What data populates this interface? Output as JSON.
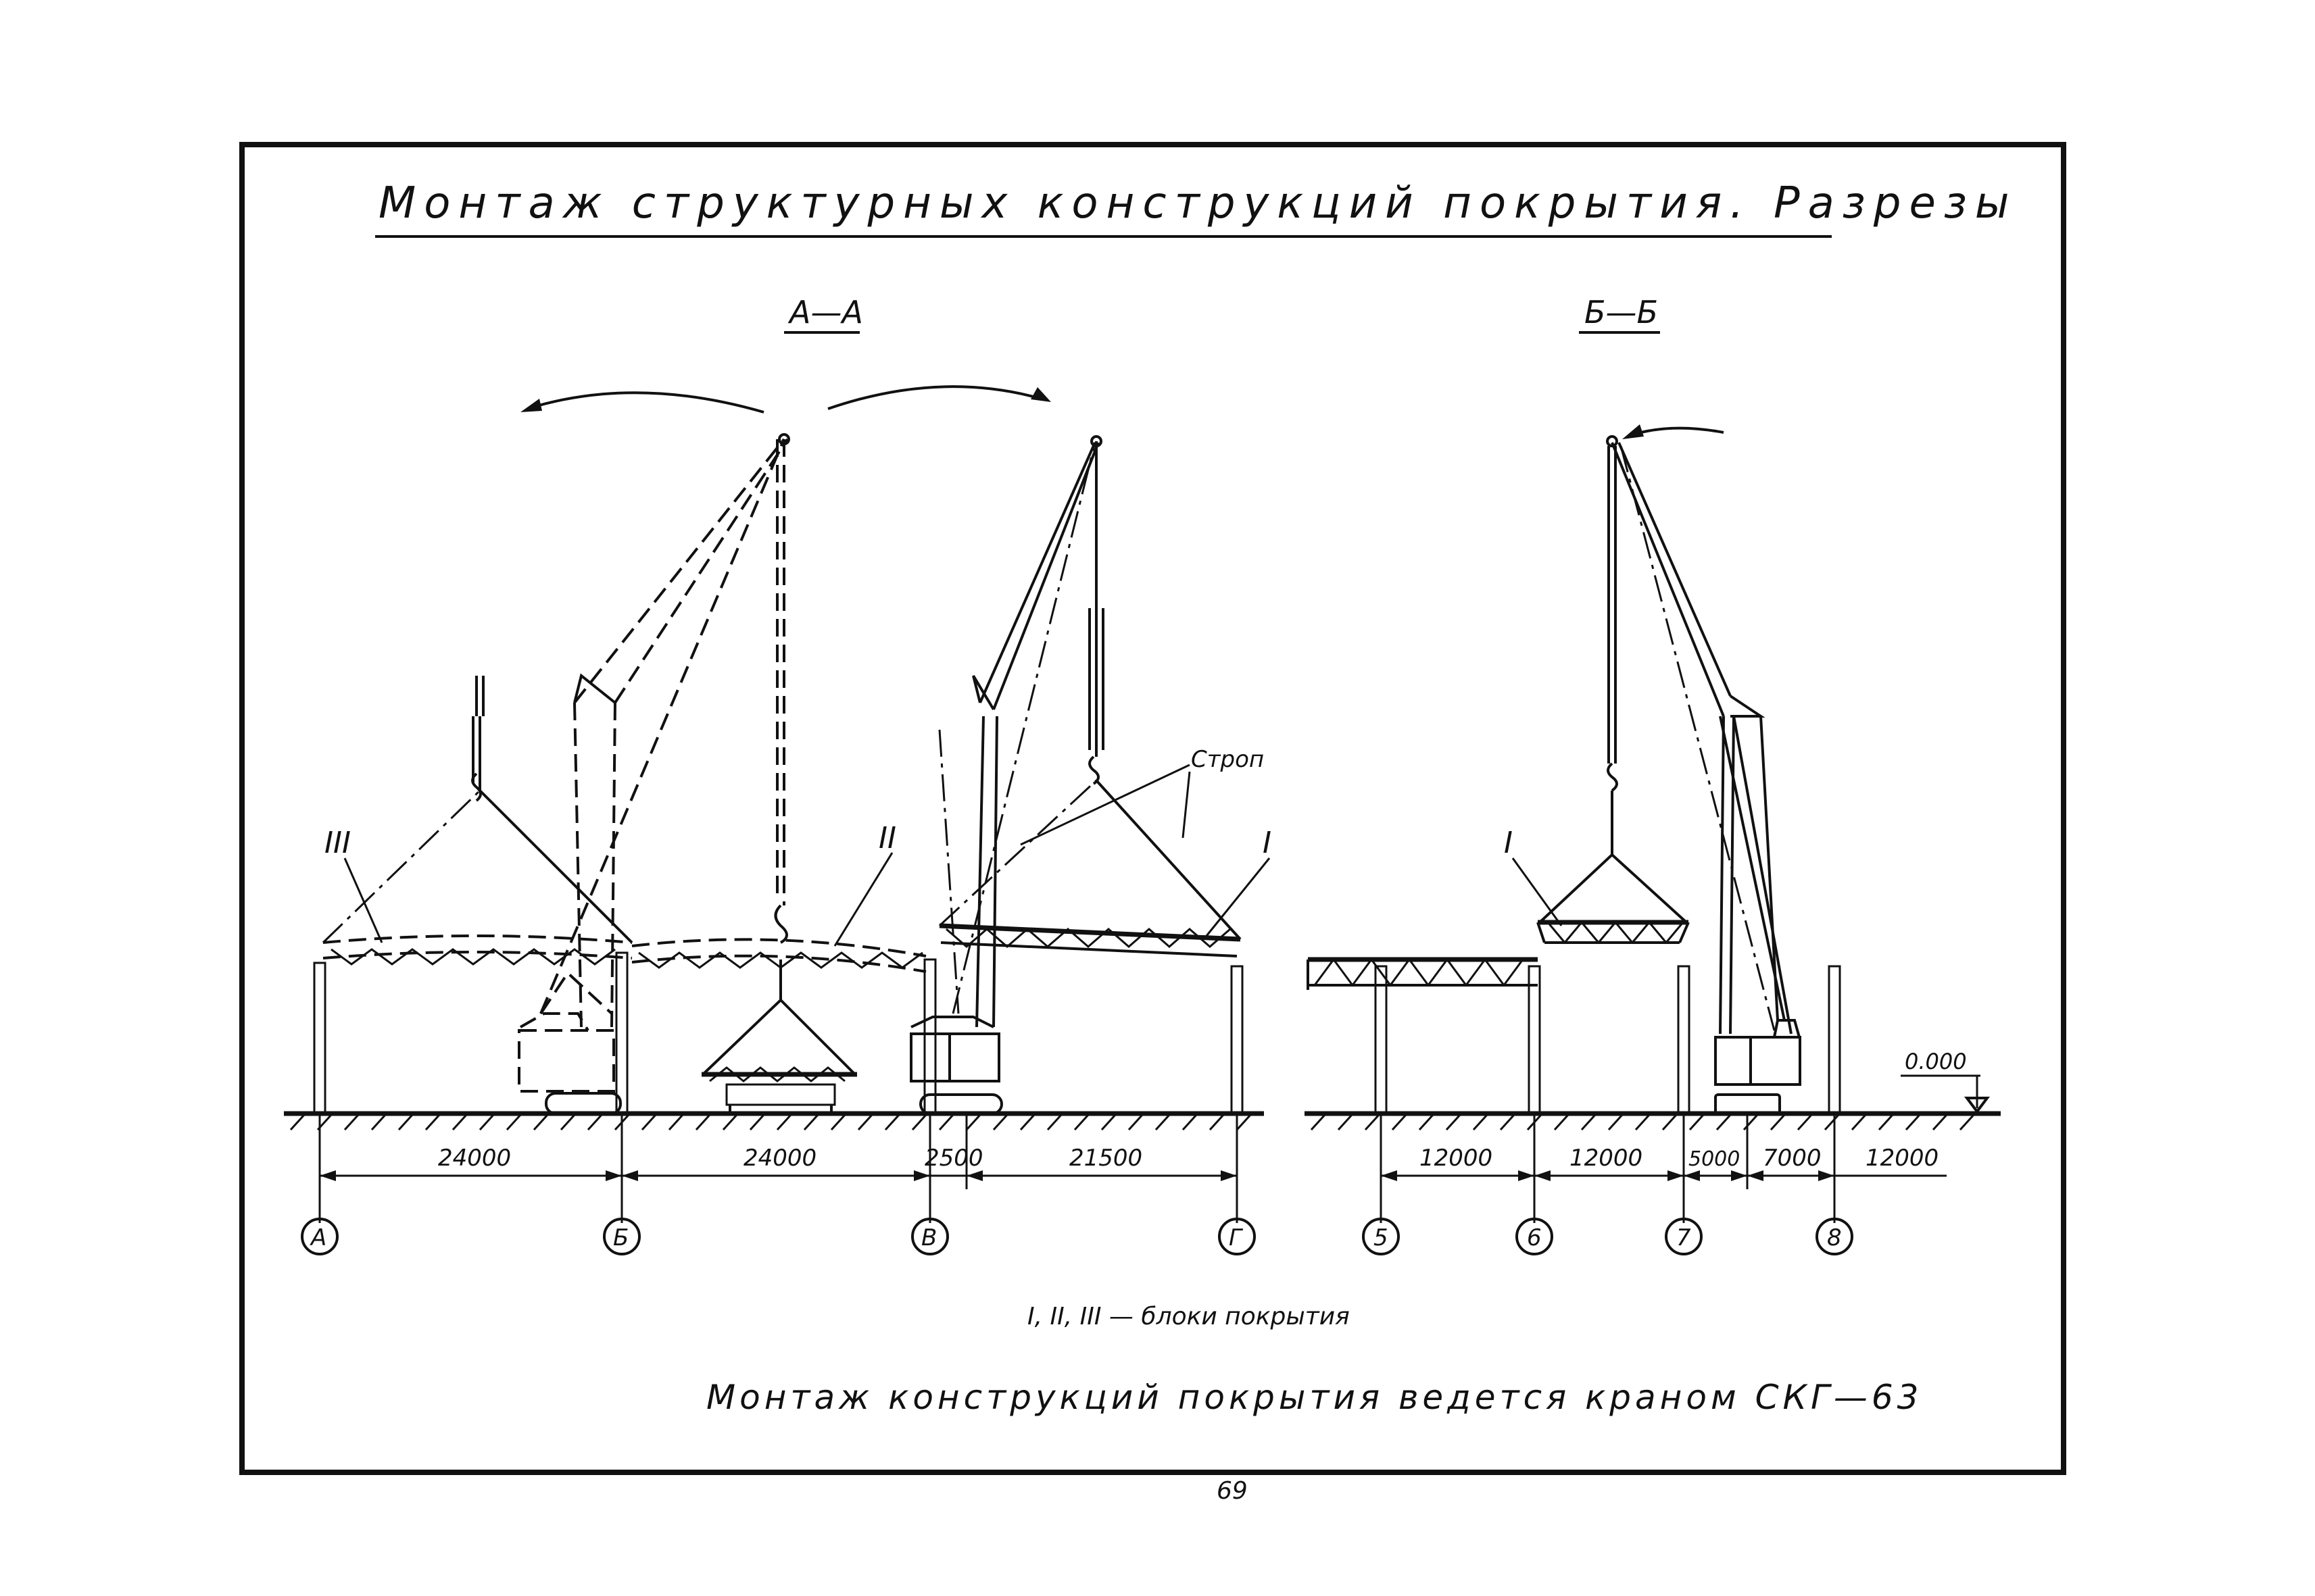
{
  "title": "Монтаж структурных конструкций покрытия. Разрезы",
  "section_aa": {
    "label": "А—А"
  },
  "section_bb": {
    "label": "Б—Б"
  },
  "sling_label": "Строп",
  "block_labels": {
    "b1_aa": "I",
    "b2_aa": "II",
    "b3_aa": "III",
    "b1_bb": "I"
  },
  "level_mark": "0.000",
  "dims_aa": [
    "24000",
    "24000",
    "2500",
    "21500"
  ],
  "dims_bb": [
    "12000",
    "12000",
    "5000",
    "7000",
    "12000"
  ],
  "axes_aa": [
    "А",
    "Б",
    "В",
    "Г"
  ],
  "axes_bb": [
    "5",
    "6",
    "7",
    "8"
  ],
  "legend": "I, II, III — блоки покрытия",
  "note": "Монтаж конструкций покрытия ведется краном СКГ—63",
  "page_number": "69"
}
